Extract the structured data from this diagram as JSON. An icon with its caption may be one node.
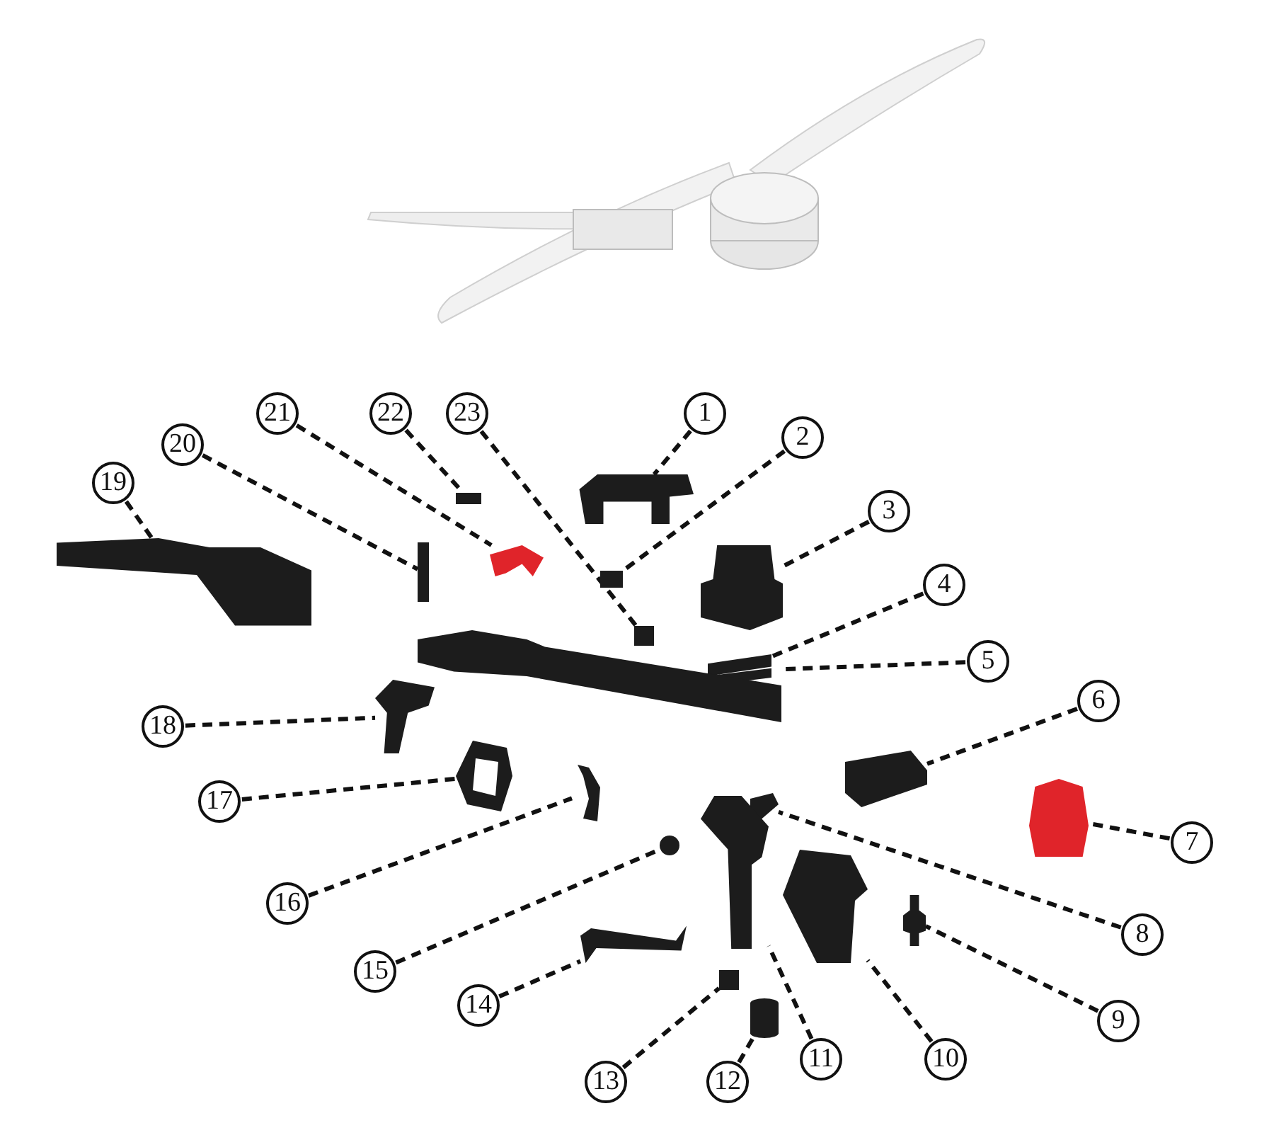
{
  "diagram": {
    "nodes": [
      {
        "text": [
          "1"
        ]
      },
      {
        "text": [
          "2"
        ]
      },
      {
        "text": [
          "3"
        ]
      },
      {
        "text": [
          "4"
        ]
      },
      {
        "text": [
          "5"
        ]
      },
      {
        "text": [
          "6"
        ]
      },
      {
        "text": [
          "7"
        ]
      },
      {
        "text": [
          "8"
        ]
      },
      {
        "text": [
          "9"
        ]
      },
      {
        "text": [
          "10"
        ]
      },
      {
        "text": [
          "11"
        ]
      },
      {
        "text": [
          "12"
        ]
      },
      {
        "text": [
          "13"
        ]
      },
      {
        "text": [
          "14"
        ]
      },
      {
        "text": [
          "15"
        ]
      },
      {
        "text": [
          "16"
        ]
      },
      {
        "text": [
          "17"
        ]
      },
      {
        "text": [
          "18"
        ]
      },
      {
        "text": [
          "19"
        ]
      },
      {
        "text": [
          "20"
        ]
      },
      {
        "text": [
          "21"
        ]
      },
      {
        "text": [
          "22"
        ]
      },
      {
        "text": [
          "23"
        ]
      },
      {
        "text": [],
        "shape": "picture"
      },
      {
        "text": [],
        "shape": "box"
      },
      {
        "text": [],
        "shape": "picture"
      },
      {
        "text": [],
        "shape": "picture"
      },
      {
        "text": [],
        "shape": "picture"
      },
      {
        "text": [],
        "shape": "picture"
      },
      {
        "text": [],
        "shape": "picture"
      },
      {
        "text": [],
        "shape": "picture"
      },
      {
        "text": [],
        "shape": "picture"
      },
      {
        "text": [],
        "shape": "picture"
      },
      {
        "text": [],
        "shape": "picture"
      },
      {
        "text": [],
        "shape": "cylinder"
      },
      {
        "text": [],
        "shape": "box"
      },
      {
        "text": [],
        "shape": "picture"
      },
      {
        "text": [],
        "shape": "circle"
      },
      {
        "text": [],
        "shape": "picture"
      },
      {
        "text": [],
        "shape": "picture"
      },
      {
        "text": [],
        "shape": "picture"
      },
      {
        "text": [],
        "shape": "picture"
      },
      {
        "text": [],
        "shape": "bar"
      },
      {
        "text": [],
        "shape": "picture"
      },
      {
        "text": [],
        "shape": "bar"
      },
      {
        "text": [],
        "shape": "box"
      }
    ],
    "edges": [
      {
        "from": 0,
        "to": 23,
        "arrow": "none",
        "style": "dashed"
      },
      {
        "from": 1,
        "to": 24,
        "arrow": "none",
        "style": "dashed"
      },
      {
        "from": 2,
        "to": 25,
        "arrow": "none",
        "style": "dashed"
      },
      {
        "from": 3,
        "to": 26,
        "arrow": "none",
        "style": "dashed"
      },
      {
        "from": 4,
        "to": 27,
        "arrow": "none",
        "style": "dashed"
      },
      {
        "from": 5,
        "to": 28,
        "arrow": "none",
        "style": "dashed"
      },
      {
        "from": 6,
        "to": 29,
        "arrow": "none",
        "style": "dashed"
      },
      {
        "from": 7,
        "to": 30,
        "arrow": "none",
        "style": "dashed"
      },
      {
        "from": 8,
        "to": 31,
        "arrow": "none",
        "style": "dashed"
      },
      {
        "from": 9,
        "to": 32,
        "arrow": "none",
        "style": "dashed"
      },
      {
        "from": 10,
        "to": 33,
        "arrow": "none",
        "style": "dashed"
      },
      {
        "from": 11,
        "to": 34,
        "arrow": "none",
        "style": "dashed"
      },
      {
        "from": 12,
        "to": 35,
        "arrow": "none",
        "style": "dashed"
      },
      {
        "from": 13,
        "to": 36,
        "arrow": "none",
        "style": "dashed"
      },
      {
        "from": 14,
        "to": 37,
        "arrow": "none",
        "style": "dashed"
      },
      {
        "from": 15,
        "to": 38,
        "arrow": "none",
        "style": "dashed"
      },
      {
        "from": 16,
        "to": 39,
        "arrow": "none",
        "style": "dashed"
      },
      {
        "from": 17,
        "to": 40,
        "arrow": "none",
        "style": "dashed"
      },
      {
        "from": 18,
        "to": 41,
        "arrow": "none",
        "style": "dashed"
      },
      {
        "from": 19,
        "to": 42,
        "arrow": "none",
        "style": "dashed"
      },
      {
        "from": 20,
        "to": 43,
        "arrow": "none",
        "style": "dashed"
      },
      {
        "from": 21,
        "to": 44,
        "arrow": "none",
        "style": "dashed"
      },
      {
        "from": 22,
        "to": 45,
        "arrow": "none",
        "style": "dashed"
      }
    ]
  }
}
